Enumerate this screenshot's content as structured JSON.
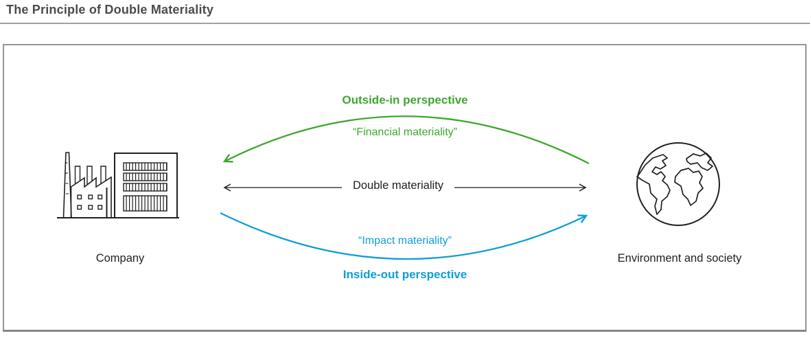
{
  "page": {
    "title": "The Principle of Double Materiality"
  },
  "diagram": {
    "left_entity": {
      "label": "Company",
      "icon": "factory-icon"
    },
    "right_entity": {
      "label": "Environment and society",
      "icon": "globe-icon"
    },
    "outside_in": {
      "title": "Outside-in perspective",
      "subtitle": "“Financial materiality”",
      "direction": "right-to-left"
    },
    "double": {
      "label": "Double materiality",
      "direction": "both"
    },
    "inside_out": {
      "title": "Inside-out perspective",
      "subtitle": "“Impact materiality”",
      "direction": "left-to-right"
    }
  },
  "colors": {
    "green": "#3FA630",
    "blue": "#0E9DD9",
    "dark": "#1F1F1F",
    "title": "#4B4B4D",
    "border": "#939598",
    "rule": "#9FA1A3"
  }
}
